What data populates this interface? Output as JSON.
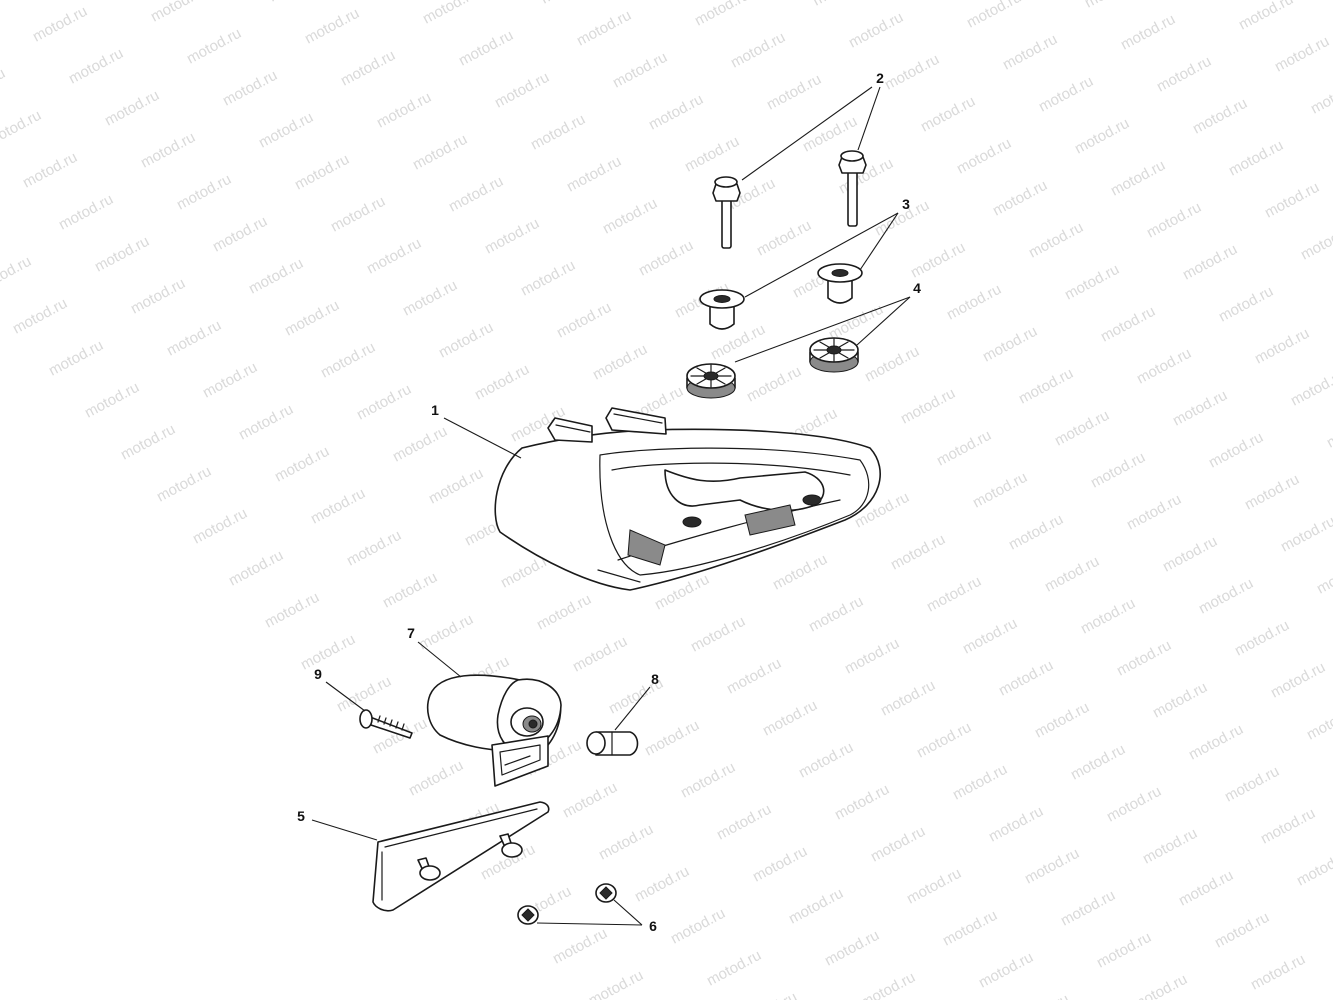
{
  "watermark": {
    "text": "motod.ru"
  },
  "callouts": [
    {
      "id": "1",
      "label": "1"
    },
    {
      "id": "2",
      "label": "2"
    },
    {
      "id": "3",
      "label": "3"
    },
    {
      "id": "4",
      "label": "4"
    },
    {
      "id": "5",
      "label": "5"
    },
    {
      "id": "6",
      "label": "6"
    },
    {
      "id": "7",
      "label": "7"
    },
    {
      "id": "8",
      "label": "8"
    },
    {
      "id": "9",
      "label": "9"
    }
  ]
}
